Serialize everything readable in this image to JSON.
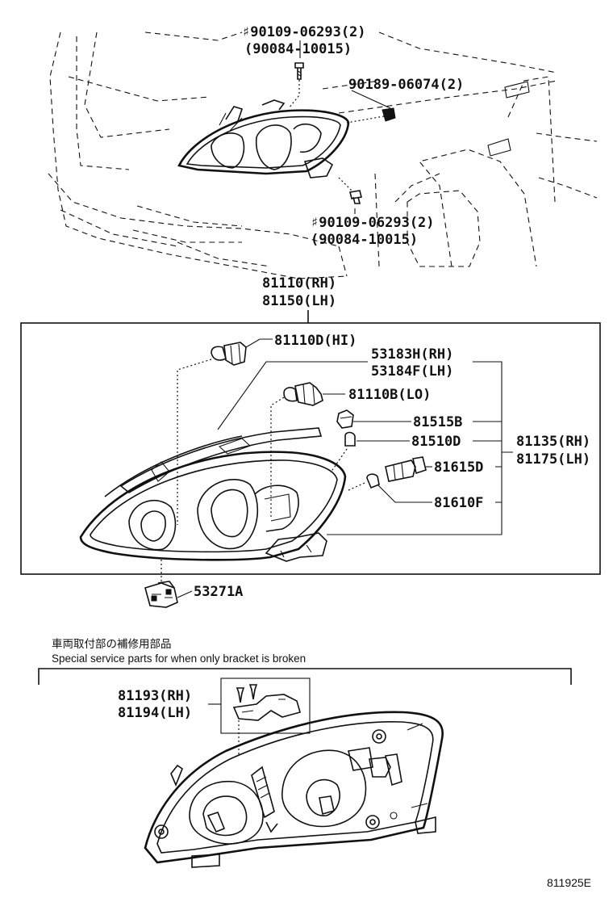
{
  "diagram_id": "811925E",
  "top_fasteners": {
    "upper_screw": {
      "part": "♯90109-06293(2)",
      "alt": "(90084-10015)"
    },
    "clip": {
      "part": "90189-06074(2)"
    },
    "lower_screw": {
      "part": "♯90109-06293(2)",
      "alt": "(90084-10015)"
    }
  },
  "assembly": {
    "rh": "81110(RH)",
    "lh": "81150(LH)"
  },
  "callouts": {
    "hi_bulb": "81110D(HI)",
    "socket_rh": "53183H(RH)",
    "socket_lh": "53184F(LH)",
    "lo_bulb": "81110B(LO)",
    "p81515": "81515B",
    "p81510": "81510D",
    "sub_rh": "81135(RH)",
    "sub_lh": "81175(LH)",
    "p81615": "81615D",
    "p81610": "81610F",
    "connector": "53271A"
  },
  "special_parts": {
    "title_jp": "車両取付部の補修用部品",
    "title_en": "Special service parts for when only bracket is broken",
    "bracket_rh": "81193(RH)",
    "bracket_lh": "81194(LH)"
  }
}
